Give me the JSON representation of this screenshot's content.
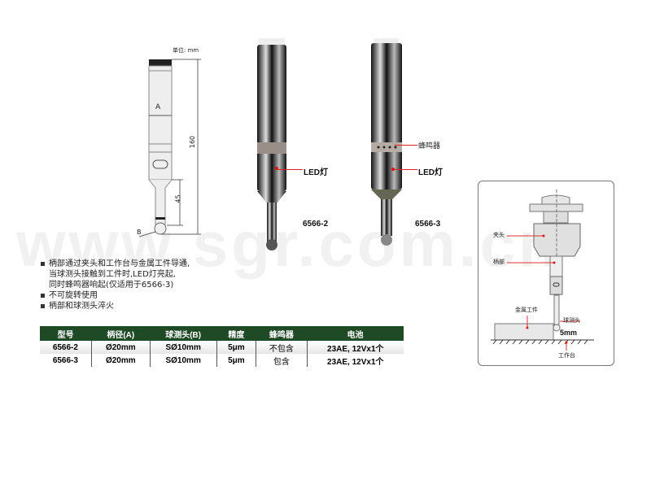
{
  "watermark": "www.sgr.com.cn",
  "drawing": {
    "unit": "单位: mm",
    "label_a": "A",
    "label_b": "B",
    "dim_total": "160",
    "dim_tip": "45"
  },
  "products": [
    {
      "model": "6566-2",
      "led_label": "LED灯"
    },
    {
      "model": "6566-3",
      "led_label": "LED灯",
      "buzzer_label": "蜂鸣器"
    }
  ],
  "features": [
    {
      "lines": [
        "柄部通过夹头和工作台与金属工件导通,",
        "当球测头接触到工件时,LED灯亮起,",
        "同时蜂鸣器响起(仅适用于6566-3)"
      ]
    },
    {
      "lines": [
        "不可旋转使用"
      ]
    },
    {
      "lines": [
        "柄部和球测头淬火"
      ]
    }
  ],
  "table": {
    "headers": [
      "型号",
      "柄径(A)",
      "球测头(B)",
      "精度",
      "蜂鸣器",
      "电池"
    ],
    "rows": [
      [
        "6566-2",
        "Ø20mm",
        "SØ10mm",
        "5μm",
        "不包含",
        "23AE, 12Vx1个"
      ],
      [
        "6566-3",
        "Ø20mm",
        "SØ10mm",
        "5μm",
        "包含",
        "23AE, 12Vx1个"
      ]
    ]
  },
  "application": {
    "chuck": "夹头",
    "shank": "柄部",
    "workpiece": "金属工件",
    "probe": "球测头",
    "gap": "5mm",
    "table": "工作台"
  }
}
